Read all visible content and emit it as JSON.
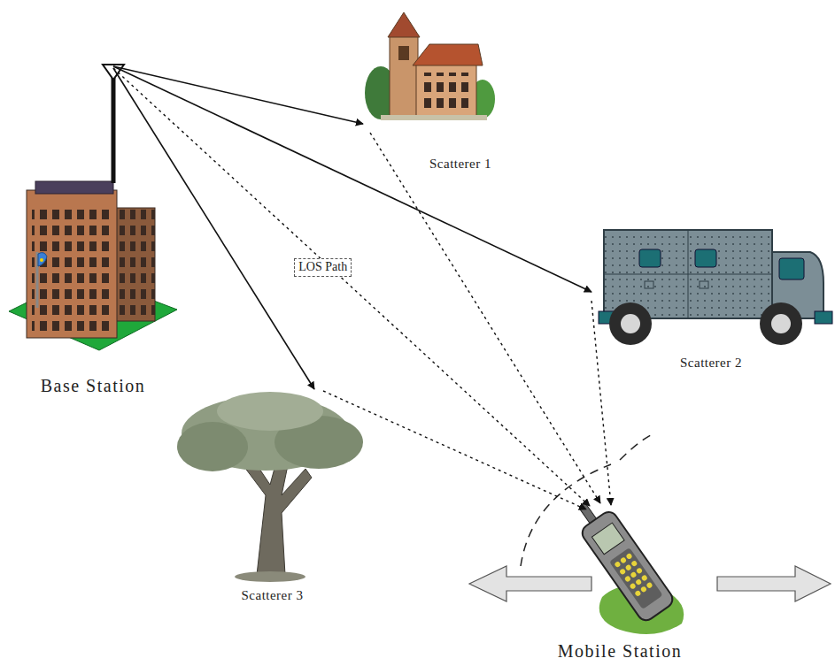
{
  "diagram": {
    "nodes": [
      {
        "text": [
          "Base Station"
        ]
      },
      {
        "text": [
          "Scatterer 1"
        ]
      },
      {
        "text": [
          "Scatterer 2"
        ]
      },
      {
        "text": [
          "Scatterer 3"
        ]
      },
      {
        "text": [
          "Mobile Station"
        ]
      }
    ],
    "edges": [
      {
        "from": 0,
        "to": 1,
        "arrow": "to"
      },
      {
        "from": 0,
        "to": 2,
        "arrow": "to"
      },
      {
        "from": 0,
        "to": 3,
        "arrow": "to"
      },
      {
        "from": 0,
        "to": 4,
        "label": "LOS Path",
        "arrow": "to"
      },
      {
        "from": 1,
        "to": 4,
        "arrow": "to"
      },
      {
        "from": 2,
        "to": 4,
        "arrow": "to"
      },
      {
        "from": 3,
        "to": 4,
        "arrow": "to"
      }
    ]
  }
}
